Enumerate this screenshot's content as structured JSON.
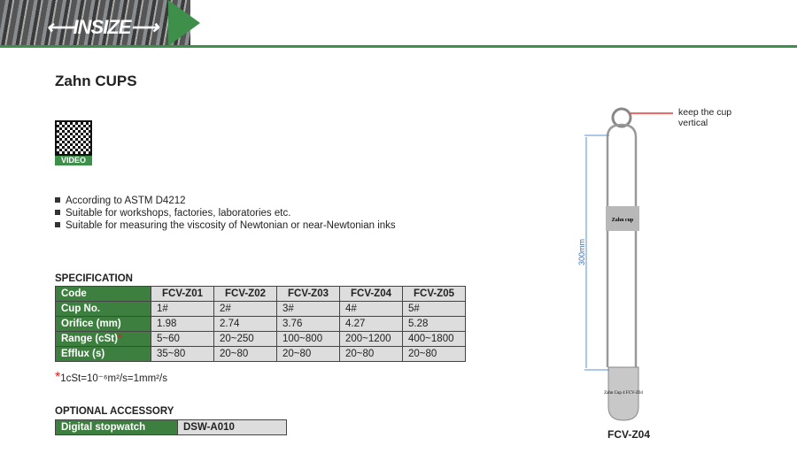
{
  "brand": "INSIZE",
  "title": "Zahn CUPS",
  "qr_label": "VIDEO",
  "bullets": [
    "According to ASTM D4212",
    "Suitable for workshops, factories, laboratories etc.",
    "Suitable for measuring the viscosity of Newtonian or near-Newtonian inks"
  ],
  "spec": {
    "heading": "SPECIFICATION",
    "rows": [
      {
        "label": "Code",
        "values": [
          "FCV-Z01",
          "FCV-Z02",
          "FCV-Z03",
          "FCV-Z04",
          "FCV-Z05"
        ]
      },
      {
        "label": "Cup No.",
        "values": [
          "1#",
          "2#",
          "3#",
          "4#",
          "5#"
        ]
      },
      {
        "label": "Orifice (mm)",
        "values": [
          "1.98",
          "2.74",
          "3.76",
          "4.27",
          "5.28"
        ]
      },
      {
        "label": "Range (cSt)",
        "values": [
          "5~60",
          "20~250",
          "100~800",
          "200~1200",
          "400~1800"
        ]
      },
      {
        "label": "Efflux (s)",
        "values": [
          "35~80",
          "20~80",
          "20~80",
          "20~80",
          "20~80"
        ]
      }
    ]
  },
  "footnote": {
    "star": "*",
    "text": "1cSt=10⁻⁶m²/s=1mm²/s"
  },
  "accessory": {
    "heading": "OPTIONAL ACCESSORY",
    "label": "Digital stopwatch",
    "code": "DSW-A010"
  },
  "figure": {
    "note": "keep the cup vertical",
    "dimension": "300mm",
    "band_text": "Zahn cup",
    "cup_text": "Zahn Cup 4 FCV-Z04",
    "caption": "FCV-Z04"
  }
}
